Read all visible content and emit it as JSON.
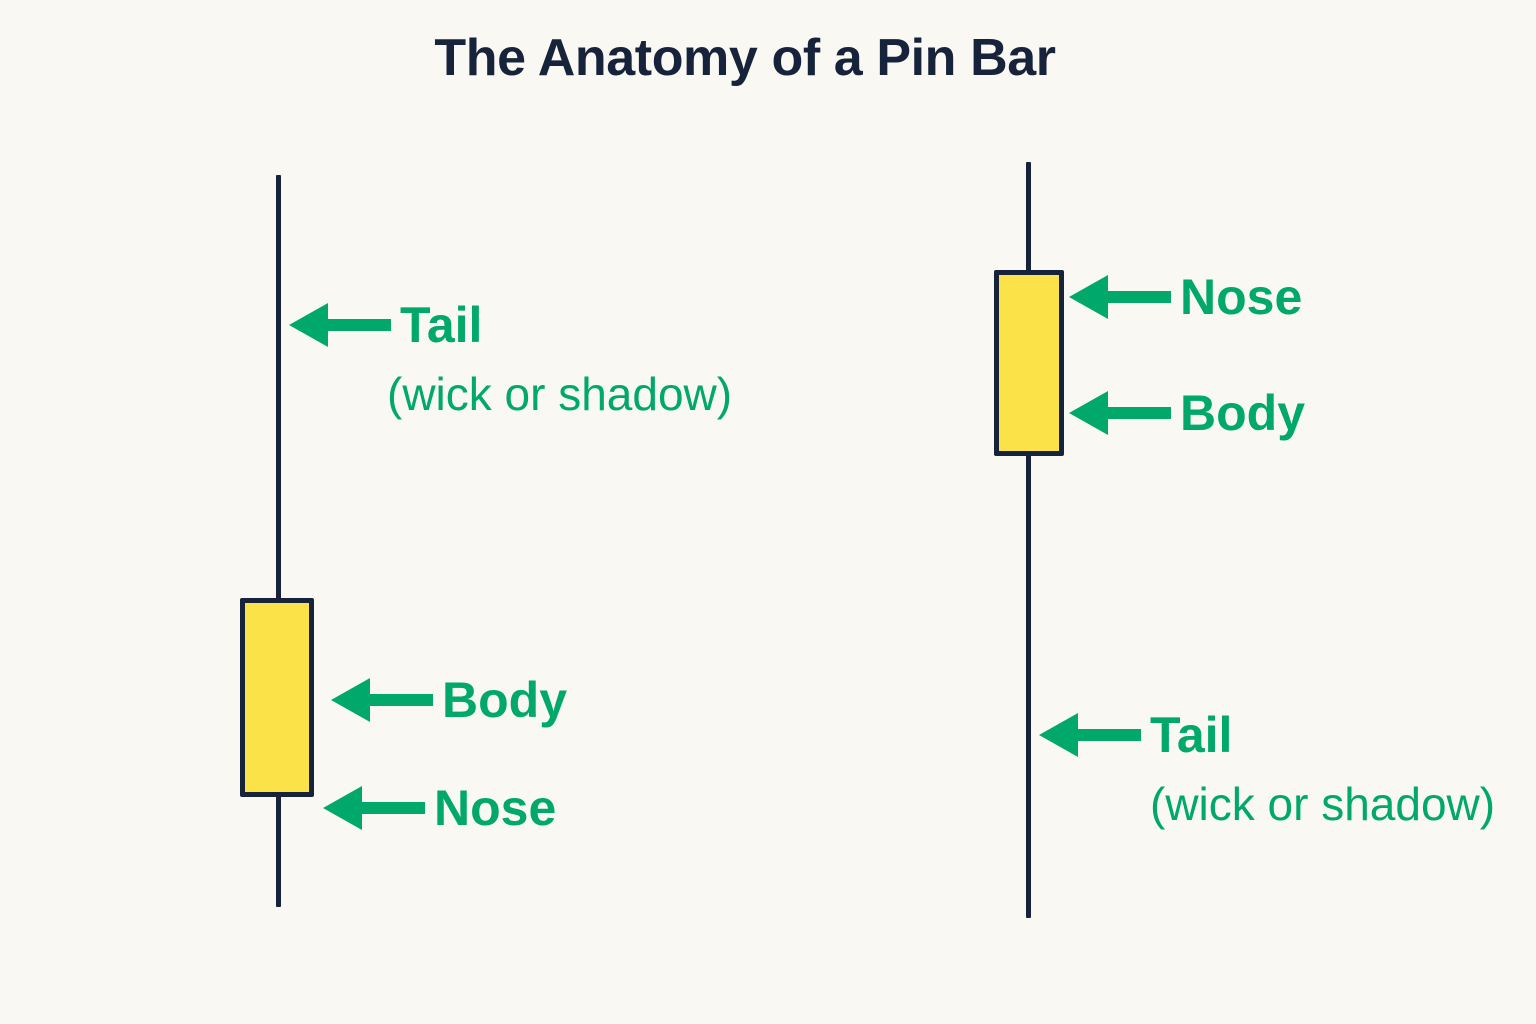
{
  "title": "The Anatomy of a Pin Bar",
  "colors": {
    "background": "#faf8f2",
    "title_text": "#17233a",
    "accent_green": "#00a86b",
    "candle_body_fill": "#fae248",
    "candle_outline": "#17233a"
  },
  "chart_data": {
    "type": "diagram",
    "title": "The Anatomy of a Pin Bar",
    "candles": [
      {
        "name": "bearish-pin-bar",
        "position": "left",
        "tail_direction": "up",
        "parts": [
          "Tail",
          "Body",
          "Nose"
        ]
      },
      {
        "name": "bullish-pin-bar",
        "position": "right",
        "tail_direction": "down",
        "parts": [
          "Nose",
          "Body",
          "Tail"
        ]
      }
    ]
  },
  "left_candle": {
    "tail_label": "Tail",
    "tail_sublabel": "(wick or shadow)",
    "body_label": "Body",
    "nose_label": "Nose"
  },
  "right_candle": {
    "nose_label": "Nose",
    "body_label": "Body",
    "tail_label": "Tail",
    "tail_sublabel": "(wick or shadow)"
  }
}
